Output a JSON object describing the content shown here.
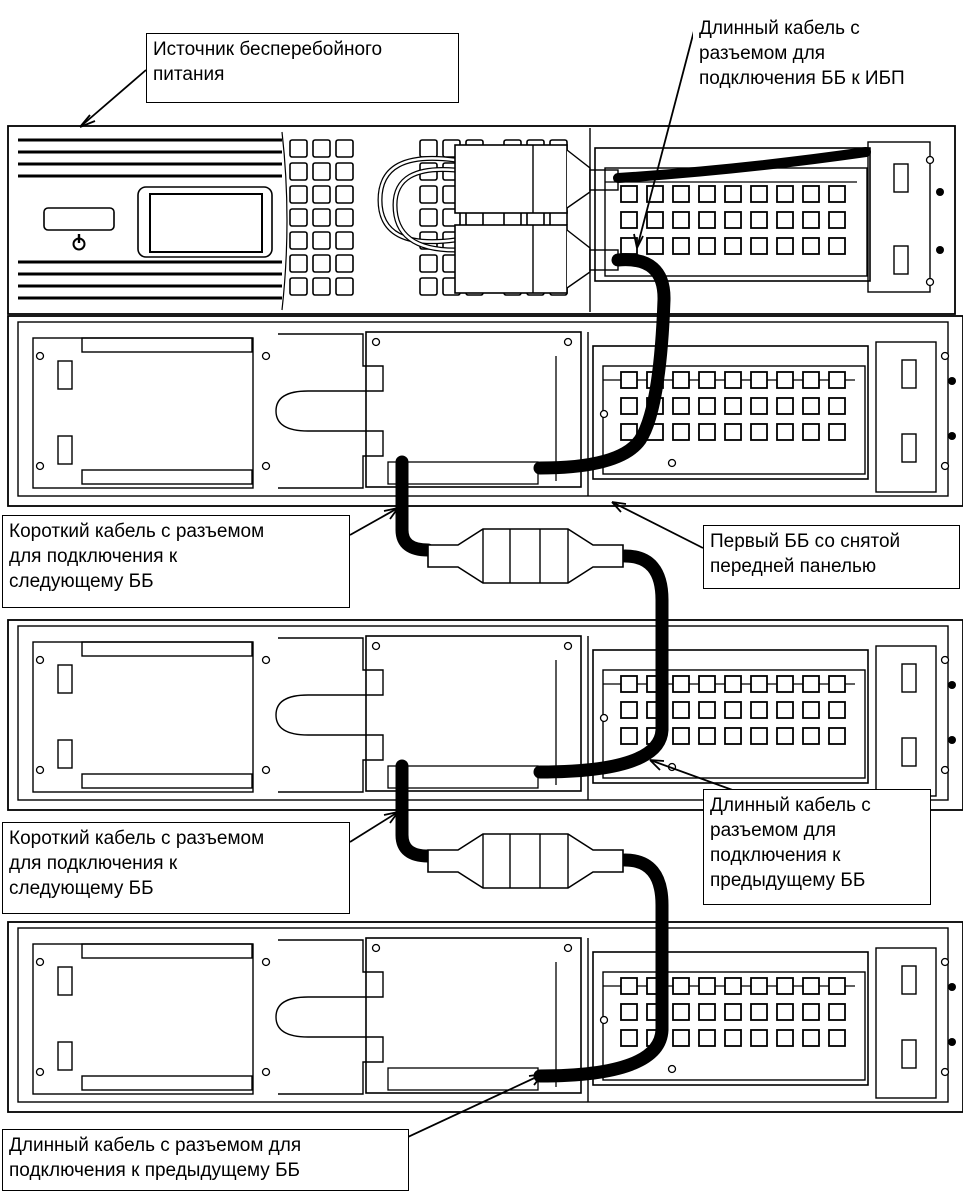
{
  "callouts": {
    "ups": "Источник бесперебойного\nпитания",
    "long_cable_ups": "Длинный кабель с\nразъемом для\nподключения ББ к ИБП",
    "short_cable_1": "Короткий кабель с разъемом\nдля подключения к\nследующему ББ",
    "first_bb": "Первый ББ со снятой\nпередней панелью",
    "short_cable_2": "Короткий кабель с разъемом\nдля подключения к\nследующему ББ",
    "long_cable_prev_1": "Длинный кабель с\nразъемом для\nподключения к\nпредыдущему ББ",
    "long_cable_prev_2": "Длинный кабель с разъемом для\nподключения к предыдущему ББ"
  },
  "icons": {
    "ups_power": "power-icon"
  }
}
